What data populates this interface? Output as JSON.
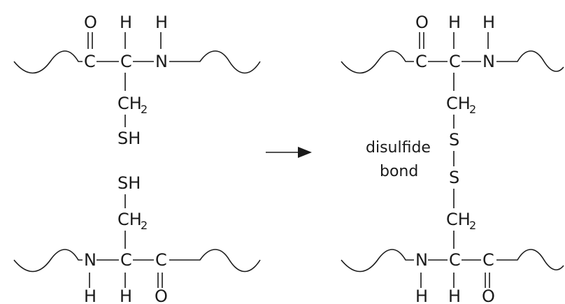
{
  "atoms": {
    "c": "C",
    "n": "N",
    "h": "H",
    "o": "O",
    "s": "S",
    "sh": "SH",
    "ch": "CH",
    "ch_sub": "2"
  },
  "product": {
    "label_line1": "disulfide",
    "label_line2": "bond"
  },
  "colors": {
    "ink": "#1a1a1a",
    "background": "#ffffff"
  }
}
